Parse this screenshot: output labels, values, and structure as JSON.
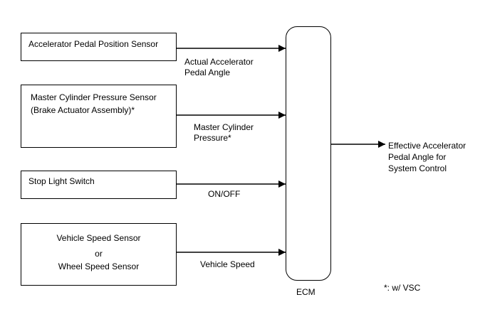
{
  "sensors": {
    "accelerator": "Accelerator Pedal Position Sensor",
    "master_cylinder_line1": "Master Cylinder Pressure Sensor",
    "master_cylinder_line2": "(Brake Actuator Assembly)*",
    "stop_light": "Stop Light Switch",
    "vehicle_speed_line1": "Vehicle Speed Sensor",
    "vehicle_speed_or": "or",
    "vehicle_speed_line2": "Wheel Speed Sensor"
  },
  "signals": {
    "accelerator_line1": "Actual Accelerator",
    "accelerator_line2": "Pedal Angle",
    "master_cylinder_line1": "Master Cylinder",
    "master_cylinder_line2": "Pressure*",
    "stop_light": "ON/OFF",
    "vehicle_speed": "Vehicle Speed"
  },
  "ecm": {
    "label": "ECM"
  },
  "output": {
    "line1": "Effective Accelerator",
    "line2": "Pedal Angle for",
    "line3": "System Control"
  },
  "footnote": "*: w/ VSC"
}
